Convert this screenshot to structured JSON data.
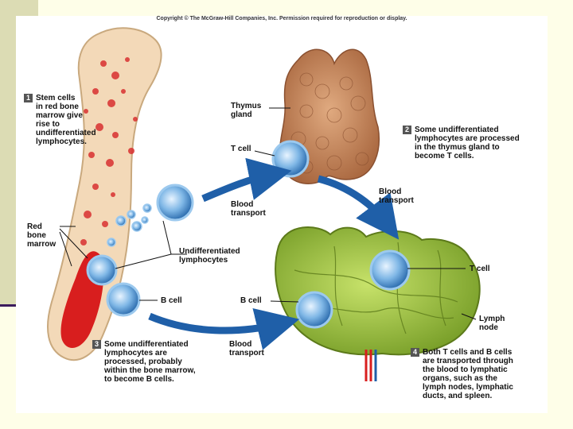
{
  "copyright": "Copyright © The McGraw-Hill Companies, Inc. Permission required for reproduction or display.",
  "steps": [
    {
      "num": "1",
      "text": "Stem cells\nin red bone\nmarrow give\nrise to\nundifferentiated\nlymphocytes."
    },
    {
      "num": "2",
      "text": "Some undifferentiated\nlymphocytes are processed\nin the thymus gland to\nbecome T cells."
    },
    {
      "num": "3",
      "text": "Some undifferentiated\nlymphocytes are\nprocessed, probably\nwithin the bone marrow,\nto become B cells."
    },
    {
      "num": "4",
      "text": "Both T cells and B cells\nare transported through\nthe blood to lymphatic\norgans, such as the\nlymph nodes, lymphatic\nducts, and spleen."
    }
  ],
  "labels": {
    "thymus_gland": "Thymus\ngland",
    "t_cell_thymus": "T cell",
    "blood_transport_1": "Blood\ntransport",
    "blood_transport_2": "Blood\ntransport",
    "blood_transport_3": "Blood\ntransport",
    "red_bone_marrow": "Red\nbone\nmarrow",
    "undifferentiated_lymphocytes": "Undifferentiated\nlymphocytes",
    "b_cell_bone": "B cell",
    "b_cell_node": "B cell",
    "t_cell_node": "T cell",
    "lymph_node": "Lymph\nnode"
  },
  "colors": {
    "bone": "#f3d9b8",
    "marrow": "#d81e1e",
    "thymus": "#c88a5e",
    "lymph_node": "#9ec43a",
    "cell": "#7fb7e6",
    "arrow": "#1f5fa8"
  }
}
